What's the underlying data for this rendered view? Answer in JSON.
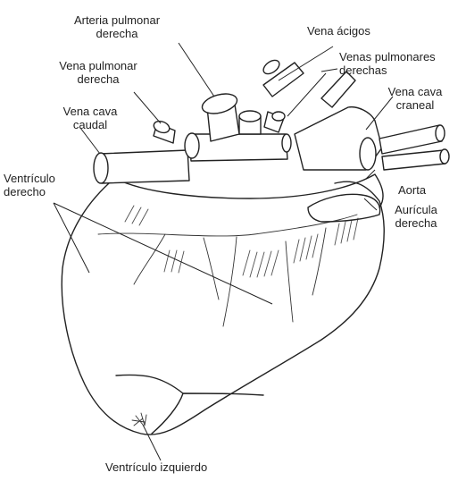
{
  "labels": {
    "arteria_pulmonar_derecha": [
      "Arteria pulmonar",
      "derecha"
    ],
    "vena_acigos": "Vena ácigos",
    "venas_pulmonares_derechas": [
      "Venas pulmonares",
      "derechas"
    ],
    "vena_pulmonar_derecha": [
      "Vena pulmonar",
      "derecha"
    ],
    "vena_cava_craneal": [
      "Vena cava",
      "craneal"
    ],
    "vena_cava_caudal": [
      "Vena cava",
      "caudal"
    ],
    "ventriculo_derecho": [
      "Ventrículo",
      "derecho"
    ],
    "aorta": "Aorta",
    "auricula_derecha": [
      "Aurícula",
      "derecha"
    ],
    "ventriculo_izquierdo": "Ventrículo izquierdo"
  }
}
